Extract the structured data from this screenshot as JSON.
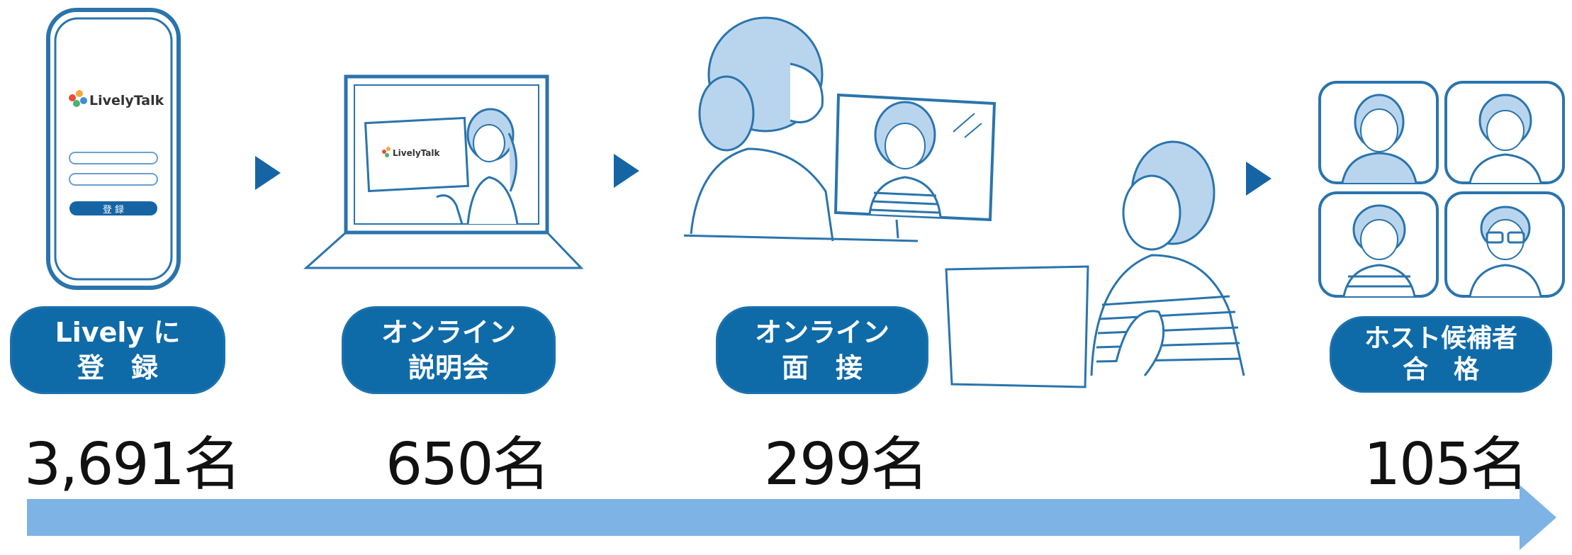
{
  "colors": {
    "pill": "#0f6aa8",
    "arrow": "#1565a4",
    "progress": "#7eb3e6",
    "sketch": "#2a74ad",
    "fill": "#b9d5ee"
  },
  "logo": {
    "text": "LivelyTalk"
  },
  "phone": {
    "register_button": "登 録"
  },
  "steps": [
    {
      "label_line1": "Lively に",
      "label_line2": "登　録",
      "count": "3,691名"
    },
    {
      "label_line1": "オンライン",
      "label_line2": "説明会",
      "count": "650名"
    },
    {
      "label_line1": "オンライン",
      "label_line2": "面　接",
      "count": "299名"
    },
    {
      "label_line1": "ホスト候補者",
      "label_line2": "合　格",
      "count": "105名"
    }
  ]
}
